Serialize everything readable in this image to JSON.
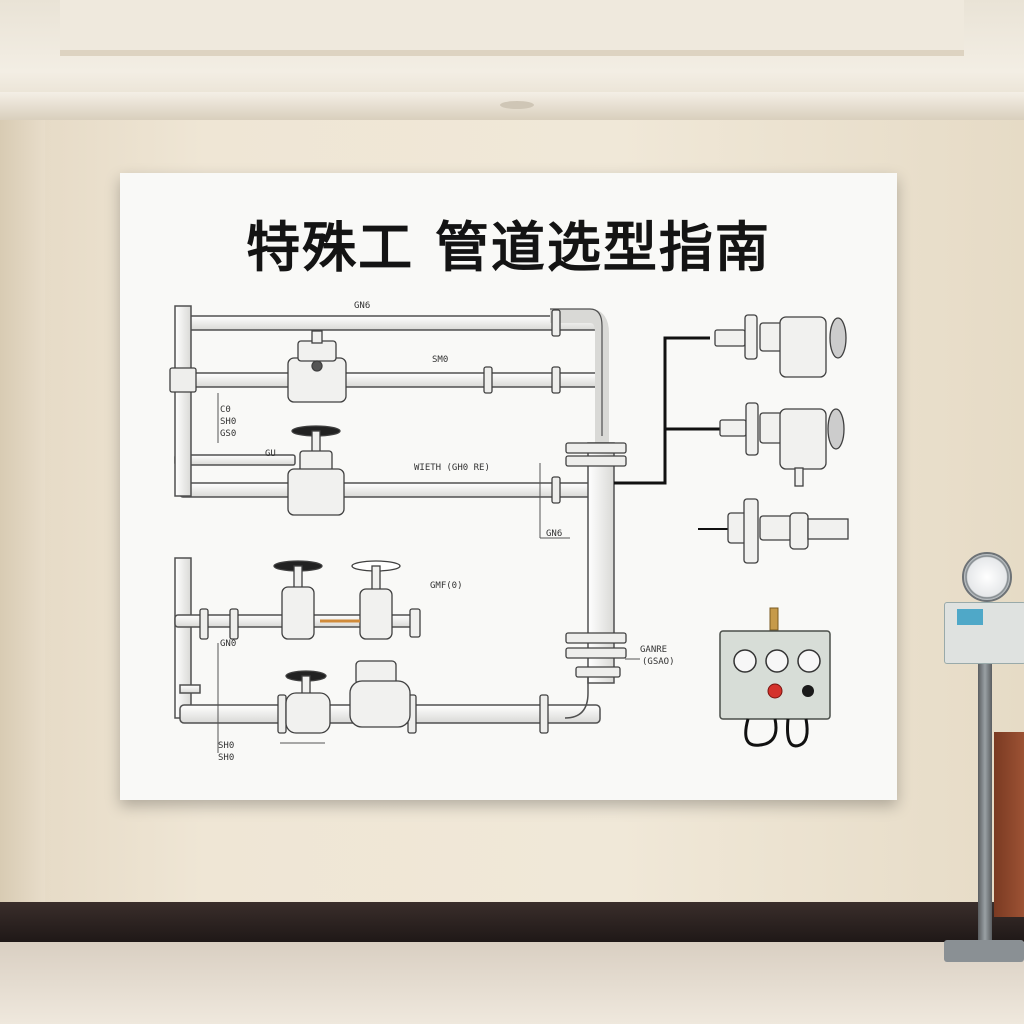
{
  "poster": {
    "title": "特殊工 管道选型指南",
    "labels": {
      "top_dim": "GN6",
      "pipe_label_1": "SM0",
      "main_note": "WIETH (GH0 RE)",
      "vertical_dims": [
        "C0",
        "SH0",
        "GS0"
      ],
      "branch_label": "GN6",
      "left_mid": "GU",
      "lower_branch": "GMF(0)",
      "side_left": "GN0",
      "bottom_dims": [
        "SH0",
        "SH0"
      ],
      "riser_label_1": "GANRE",
      "riser_label_2": "(GSAO)"
    }
  },
  "control_panel": {
    "gauges": [
      "gauge-1",
      "gauge-2",
      "gauge-3"
    ],
    "buttons": [
      "red-stop-button",
      "black-button"
    ]
  },
  "colors": {
    "board": "#f9f9f7",
    "pipe_fill": "#f4f4f2",
    "pipe_stroke": "#505050",
    "title": "#141414",
    "wall": "#efe6d5"
  }
}
